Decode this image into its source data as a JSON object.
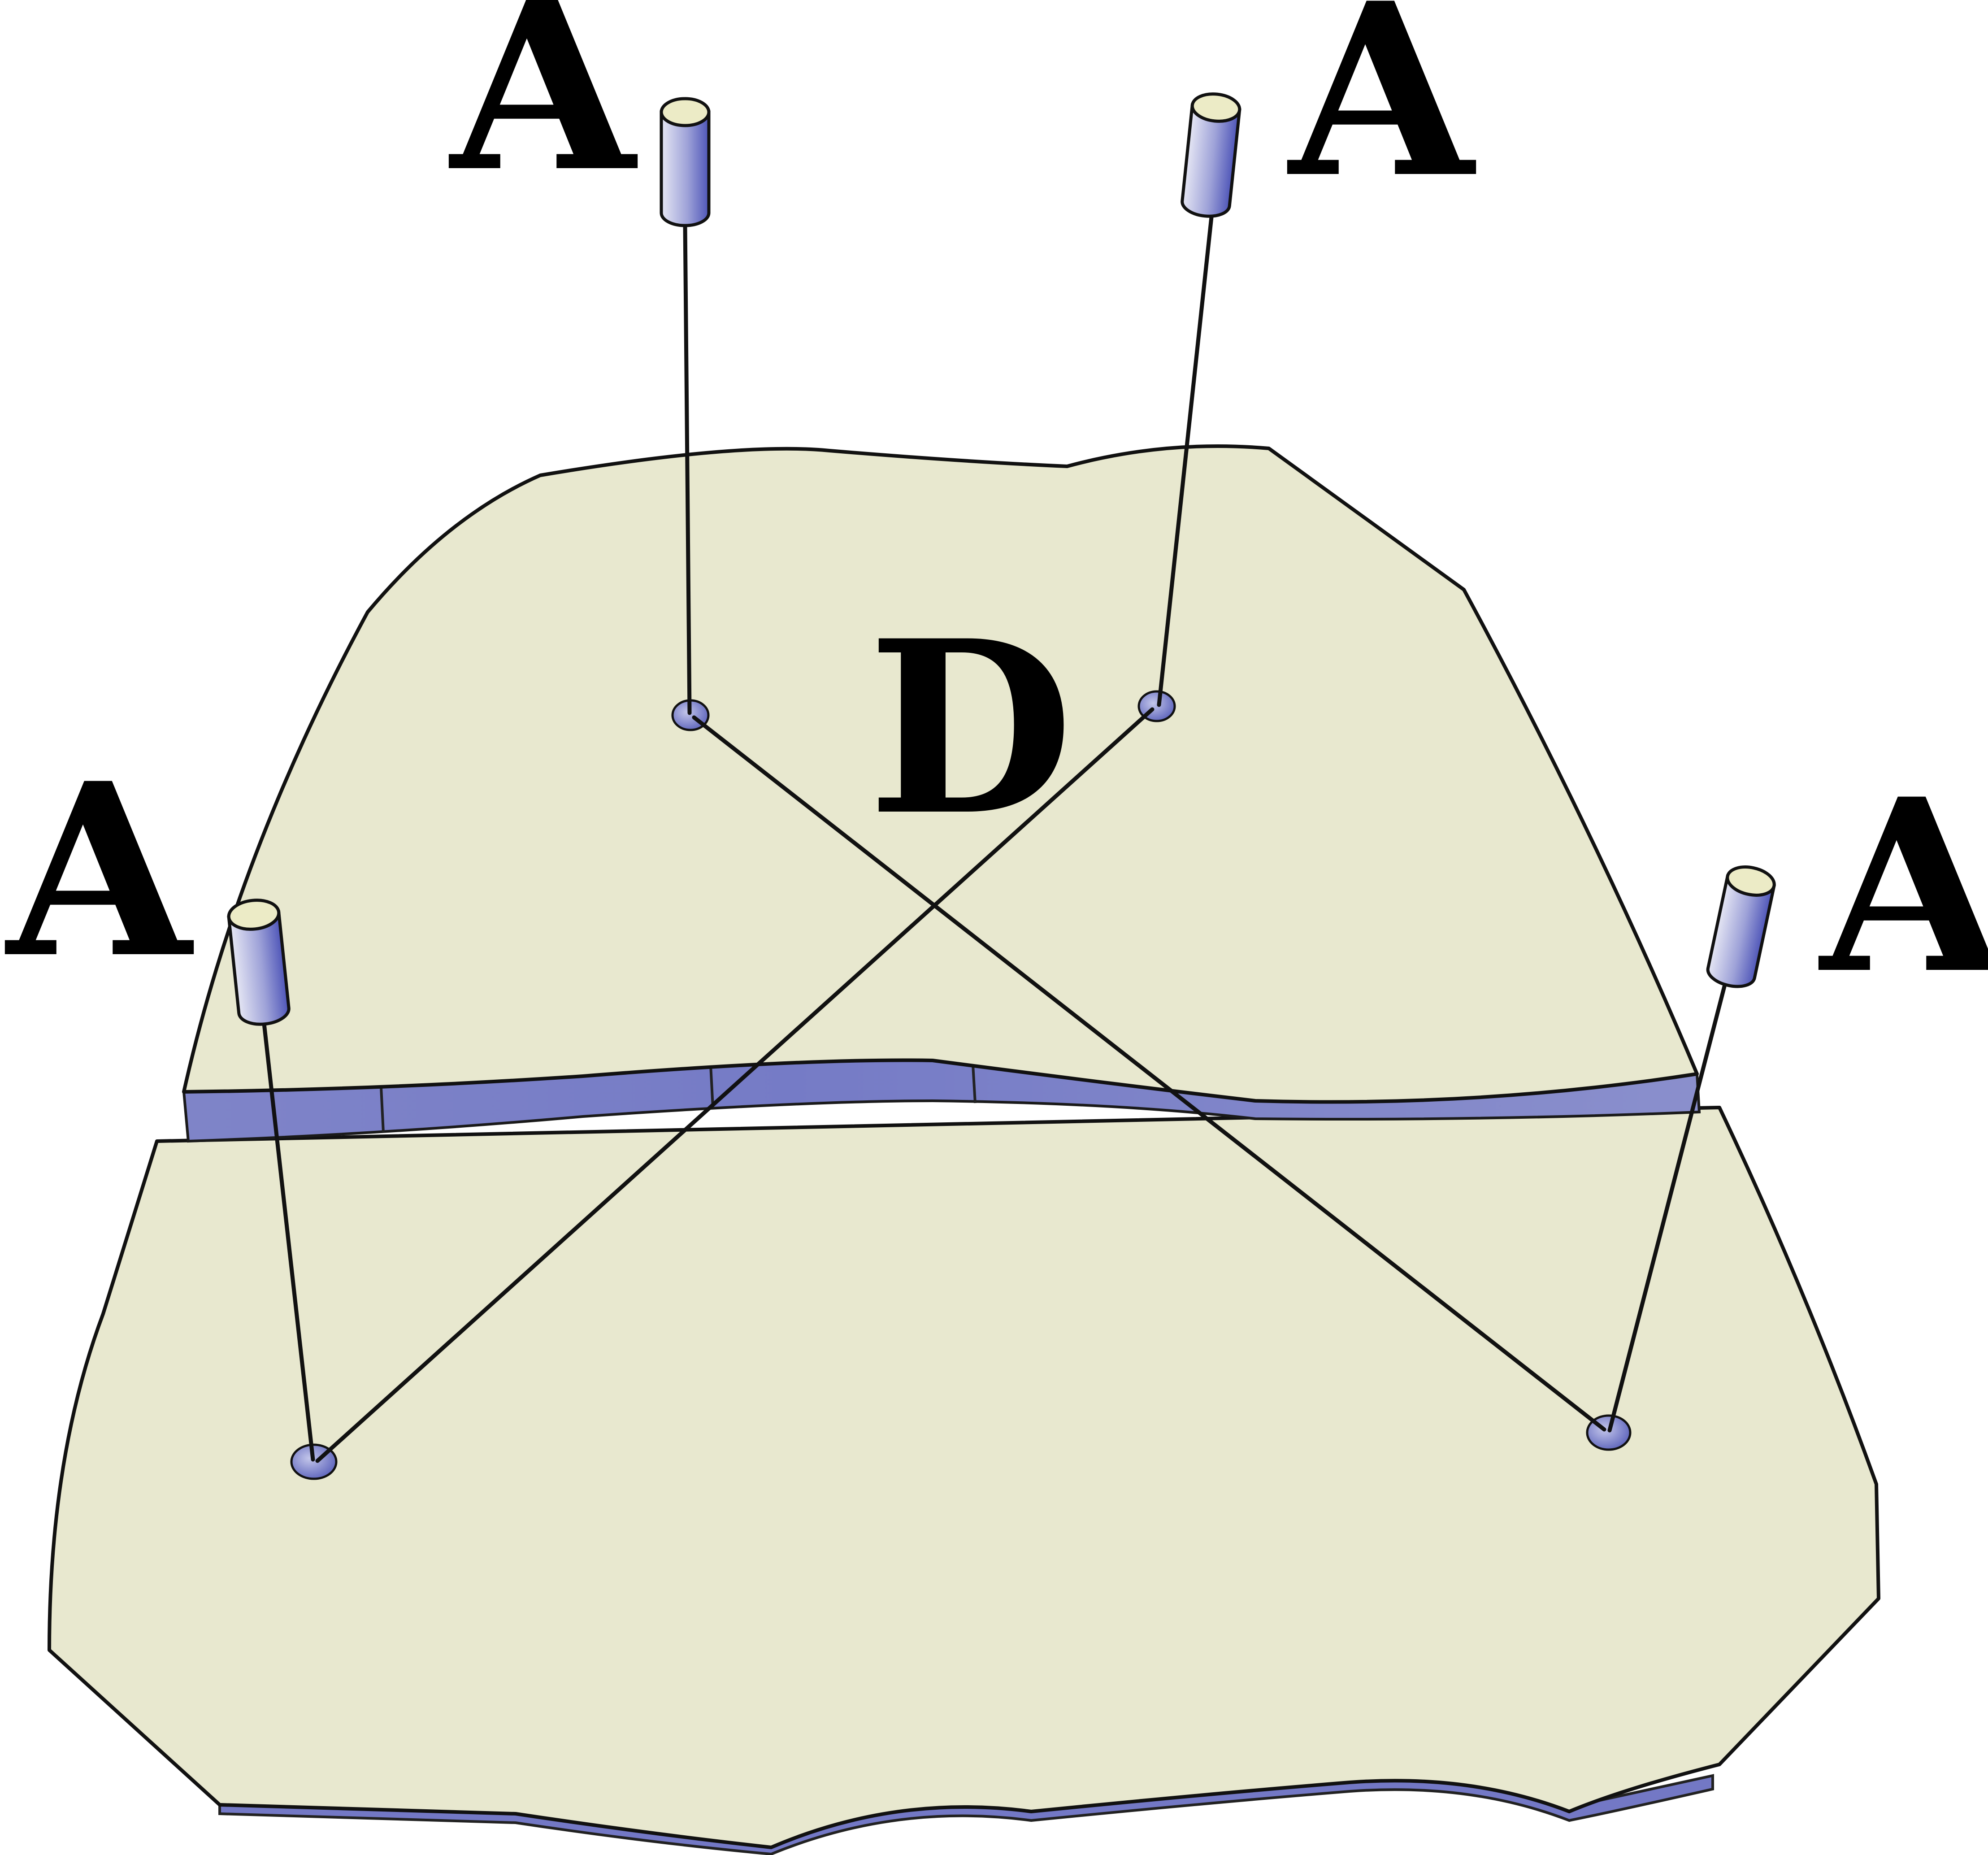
{
  "diagram": {
    "labels": {
      "top_left": "A",
      "top_right": "A",
      "left": "A",
      "right": "A",
      "center": "D"
    },
    "colors": {
      "plate_surface": "#e8e8cf",
      "plate_edge": "#8287c9",
      "plate_edge_dark": "#5a60b6",
      "cylinder_light": "#e6e7f4",
      "cylinder_dark": "#5a60bd",
      "cylinder_cap": "#ecebc6",
      "outline": "#111111"
    },
    "parts": {
      "plates": 2,
      "probes": 4,
      "contact_points": 4,
      "crossing_strings": 2
    }
  }
}
